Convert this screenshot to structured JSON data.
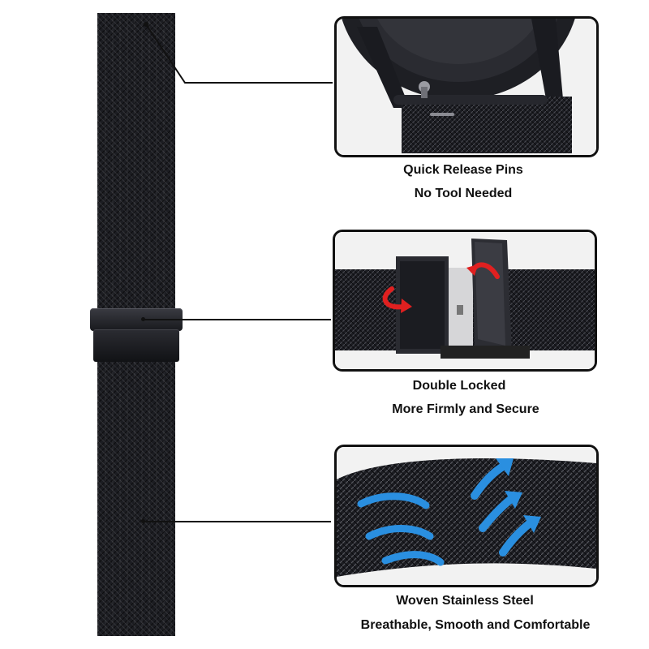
{
  "features": [
    {
      "title": "Quick Release Pins",
      "subtitle": "No Tool Needed"
    },
    {
      "title": "Double Locked",
      "subtitle": "More Firmly and Secure"
    },
    {
      "title": "Woven Stainless Steel",
      "subtitle": "Breathable, Smooth and Comfortable"
    }
  ],
  "colors": {
    "band": "#1c1d22",
    "frame": "#111111",
    "arrow_red": "#e02020",
    "arrow_blue": "#2a8fe0"
  },
  "icons": [
    "rotate-arrow-icon",
    "airflow-arrow-icon"
  ]
}
